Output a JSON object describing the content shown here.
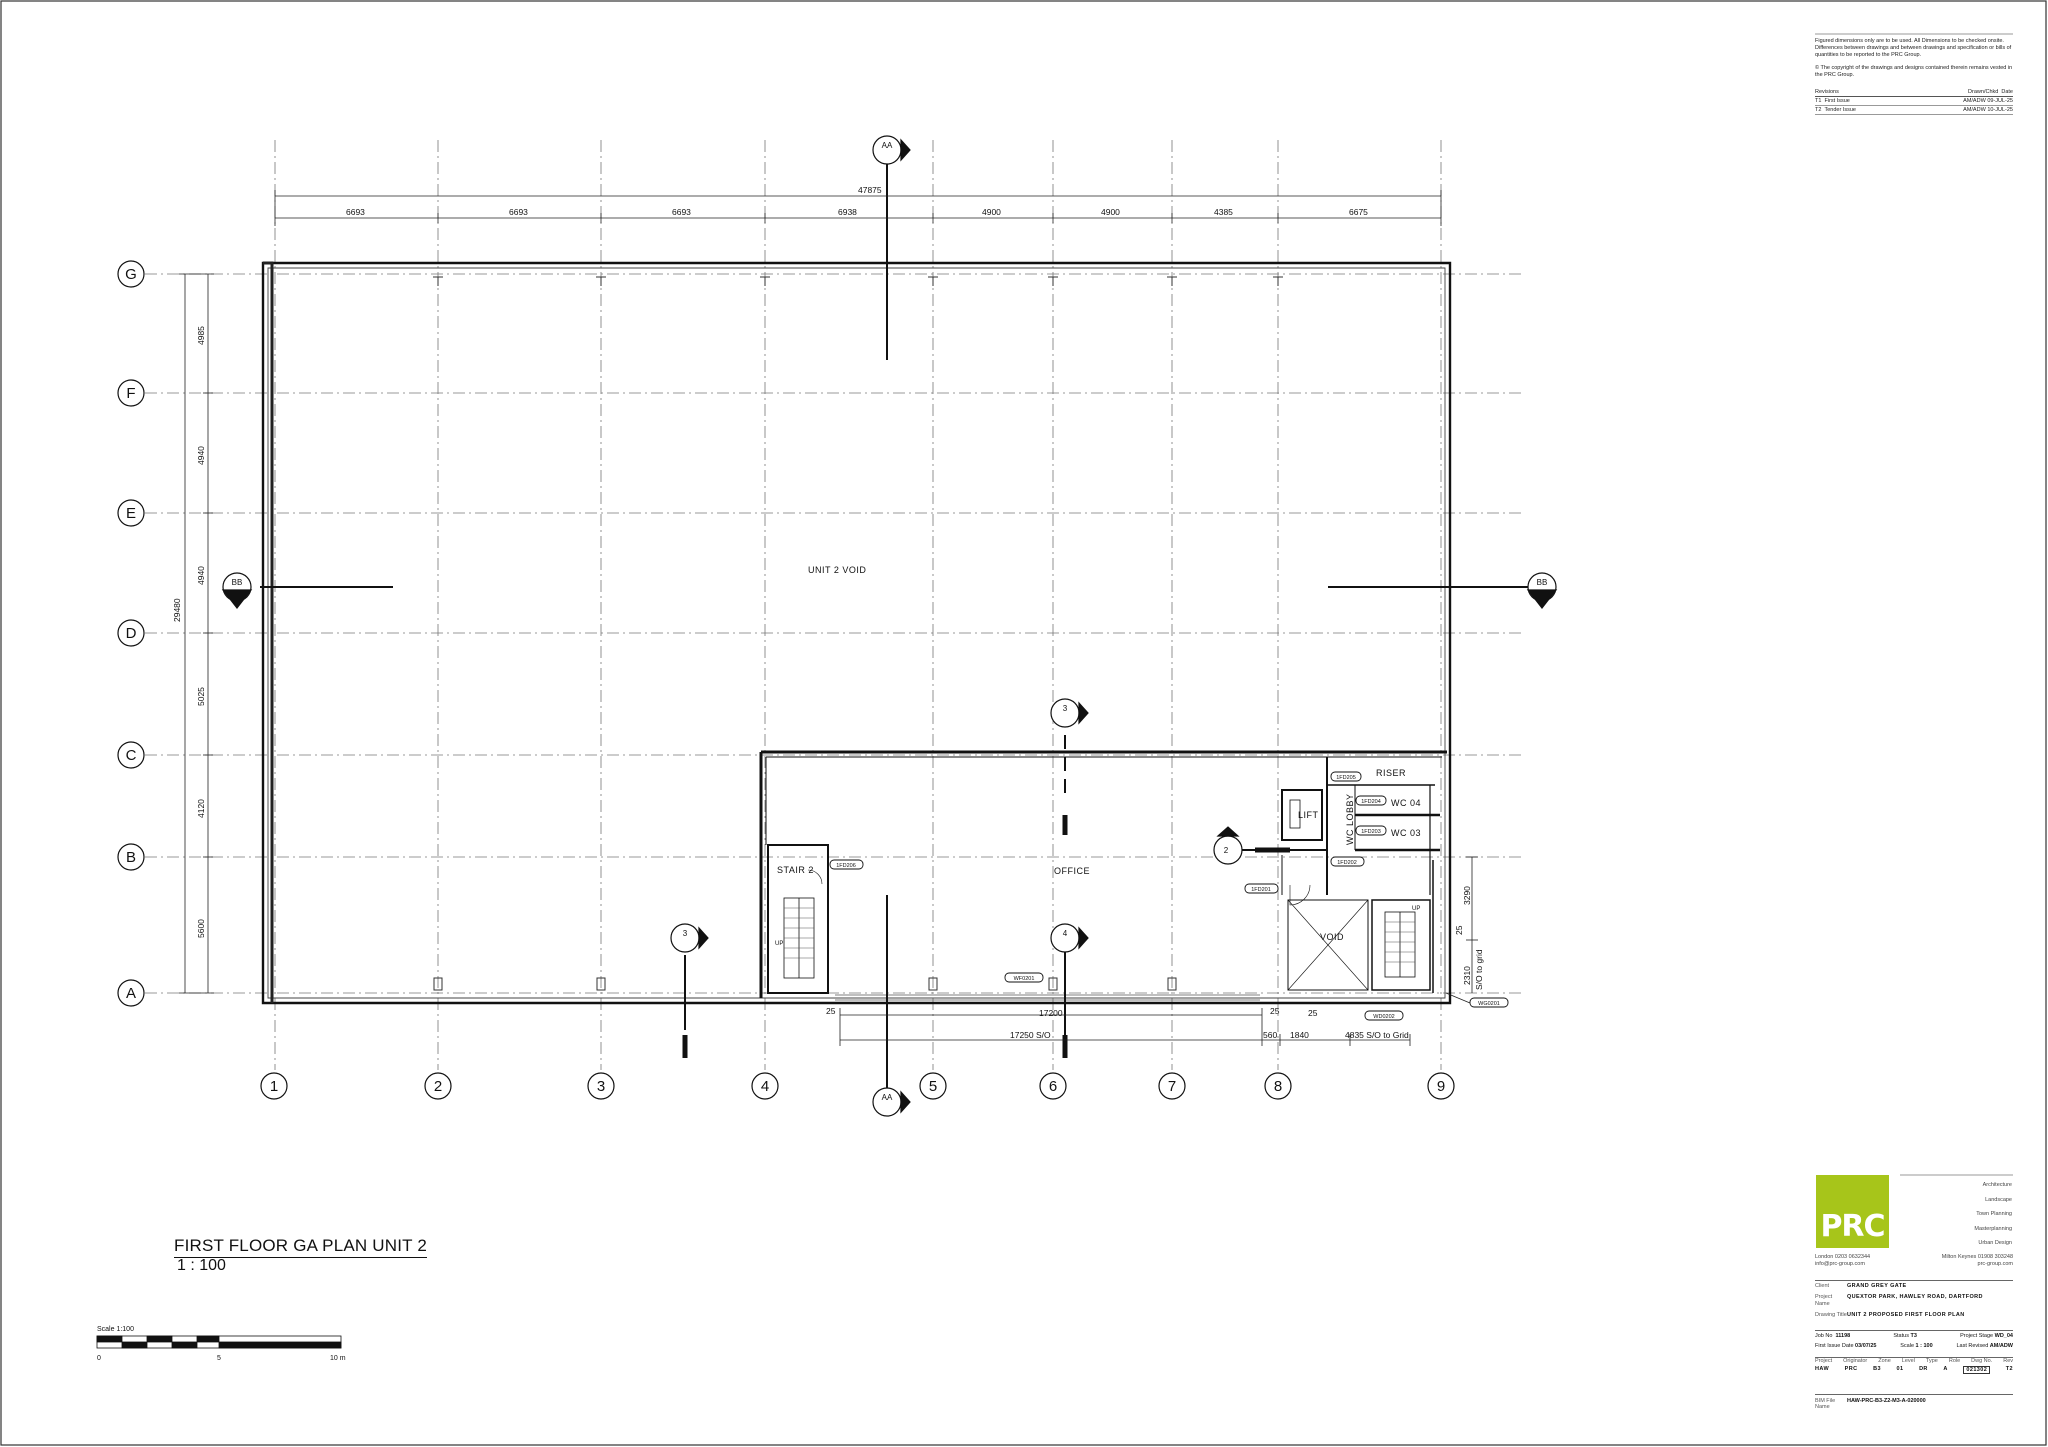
{
  "notes": {
    "dimensions": "Figured dimensions only are to be used. All Dimensions to be checked onsite. Differences between drawings and between drawings and specification or bills of quantities to be reported to the PRC Group.",
    "copyright": "© The copyright of the drawings and designs contained therein remains vested in the PRC Group."
  },
  "revisions": {
    "header": [
      "Revisions",
      "Drawn/Chkd",
      "Date"
    ],
    "rows": [
      {
        "rev": "T1",
        "desc": "First Issue",
        "by": "AM/ADW",
        "date": "09-JUL-25"
      },
      {
        "rev": "T2",
        "desc": "Tender Issue",
        "by": "AM/ADW",
        "date": "10-JUL-25"
      }
    ]
  },
  "plan": {
    "overall_width": "47875",
    "overall_depth": "29480",
    "column_spans": [
      "6693",
      "6693",
      "6693",
      "6938",
      "4900",
      "4900",
      "4385",
      "6675"
    ],
    "row_spans": [
      "4985",
      "4940",
      "4940",
      "5025",
      "4120",
      "5600"
    ],
    "grid_cols": [
      "1",
      "2",
      "3",
      "4",
      "5",
      "6",
      "7",
      "8",
      "9"
    ],
    "grid_rows": [
      "G",
      "F",
      "E",
      "D",
      "C",
      "B",
      "A"
    ],
    "rooms": {
      "void_main": "UNIT 2 VOID",
      "office": "OFFICE",
      "stair": "STAIR 2",
      "riser": "RISER",
      "wc04": "WC 04",
      "wc03": "WC 03",
      "lift": "LIFT",
      "wc_lobby": "WC LOBBY",
      "void_small": "VOID"
    },
    "tags": {
      "d1": "1FD205",
      "d2": "1FD206",
      "d3": "1FD204",
      "d4": "1FD203",
      "d5": "1FD202",
      "d6": "1FD201",
      "w1": "WF0201",
      "w2": "WD0202",
      "w3": "WG0201"
    },
    "sections": {
      "aa": "AA",
      "bb": "BB",
      "s1": "3",
      "s2": "4",
      "s3": "3",
      "s4": "2"
    },
    "dims": {
      "d17200": "17200",
      "d17250": "17250 S/O",
      "d25a": "25",
      "d25b": "25",
      "d25c": "25",
      "d25d": "25",
      "d560": "560",
      "d1840": "1840",
      "d4835": "4835 S/O to Grid",
      "d3290": "3290",
      "d2310": "2310",
      "so_grid": "S/O to grid"
    },
    "up1": "UP",
    "up2": "UP"
  },
  "drawing": {
    "title": "FIRST FLOOR GA PLAN UNIT 2",
    "scale": "1 : 100"
  },
  "scalebar": {
    "label": "Scale 1:100",
    "t0": "0",
    "t5": "5",
    "t10": "10 m"
  },
  "titleblock": {
    "logo": "PRC",
    "services": [
      "Architecture",
      "Landscape",
      "Town Planning",
      "Masterplanning",
      "Urban Design"
    ],
    "contact_left": [
      "London 0203 0632344",
      "info@prc-group.com"
    ],
    "contact_right": [
      "Milton Keynes 01908 303248",
      "prc-group.com"
    ],
    "client_label": "Client",
    "client": "GRAND GREY GATE",
    "project_label": "Project Name",
    "project": "QUEXTOR PARK, HAWLEY ROAD, DARTFORD",
    "title_label": "Drawing Title",
    "title": "UNIT 2 PROPOSED FIRST FLOOR PLAN",
    "job_label": "Job No",
    "job": "11198",
    "status_label": "Status",
    "status": "T3",
    "stage_label": "Project Stage",
    "stage": "WD_04",
    "first_issue_label": "First Issue Date",
    "first_issue": "03/07/25",
    "scale_label": "Scale",
    "scale": "1 : 100",
    "checked_label": "Last Revised",
    "checked": "AM/ADW",
    "number_labels": [
      "Project",
      "Originator",
      "Zone",
      "Level",
      "Type",
      "Role",
      "Dwg No.",
      "Rev"
    ],
    "number_values": [
      "HAW",
      "PRC",
      "B3",
      "01",
      "DR",
      "A",
      "021302",
      "T2"
    ],
    "bim_label": "BIM File Name",
    "bim": "HAW-PRC-B3-Z2-M3-A-020000"
  }
}
